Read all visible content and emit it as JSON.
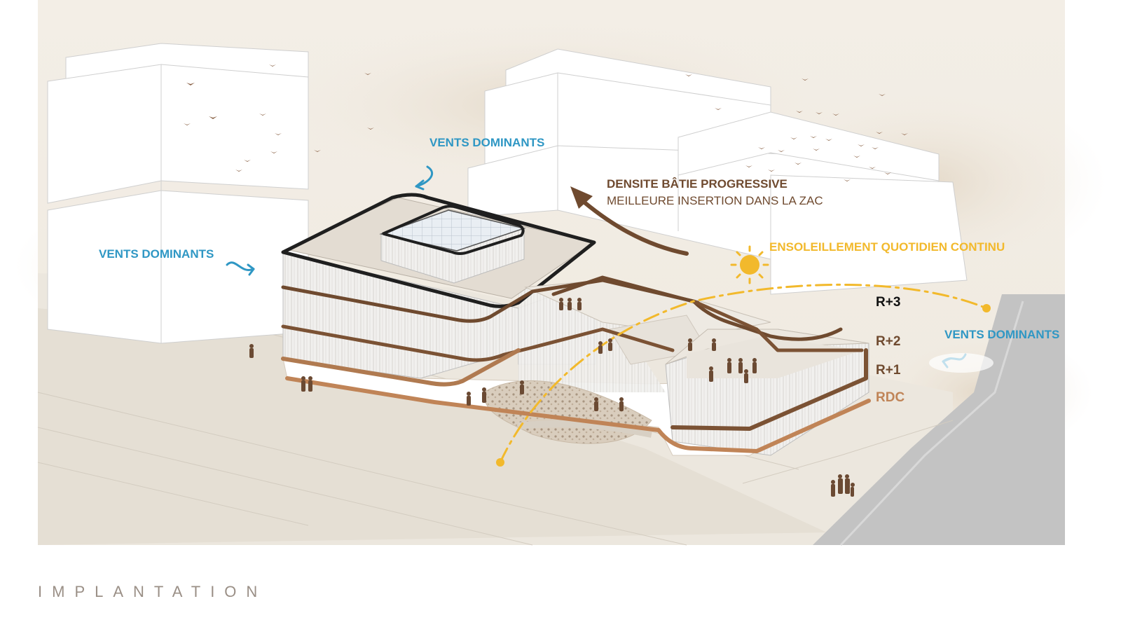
{
  "colors": {
    "wind": "#2f97c4",
    "brown": "#6f4a2f",
    "ochre": "#c08457",
    "sun": "#f2b92c",
    "ground": "#ebe6dc",
    "road": "#c4c4c4",
    "outline": "#1f1f1f"
  },
  "labels": {
    "wind_top": "VENTS DOMINANTS",
    "wind_left": "VENTS DOMINANTS",
    "wind_right": "VENTS DOMINANTS",
    "densite_title": "DENSITE BÂTIE PROGRESSIVE",
    "densite_sub": "MEILLEURE INSERTION DANS LA ZAC",
    "ensoleillement": "ENSOLEILLEMENT QUOTIDIEN CONTINU"
  },
  "floors": {
    "r3": "R+3",
    "r2": "R+2",
    "r1": "R+1",
    "rdc": "RDC"
  },
  "caption": "IMPLANTATION",
  "icons": [
    "wind-arrow-icon",
    "sun-icon",
    "bird-icon",
    "person-icon",
    "curved-arrow-icon"
  ]
}
